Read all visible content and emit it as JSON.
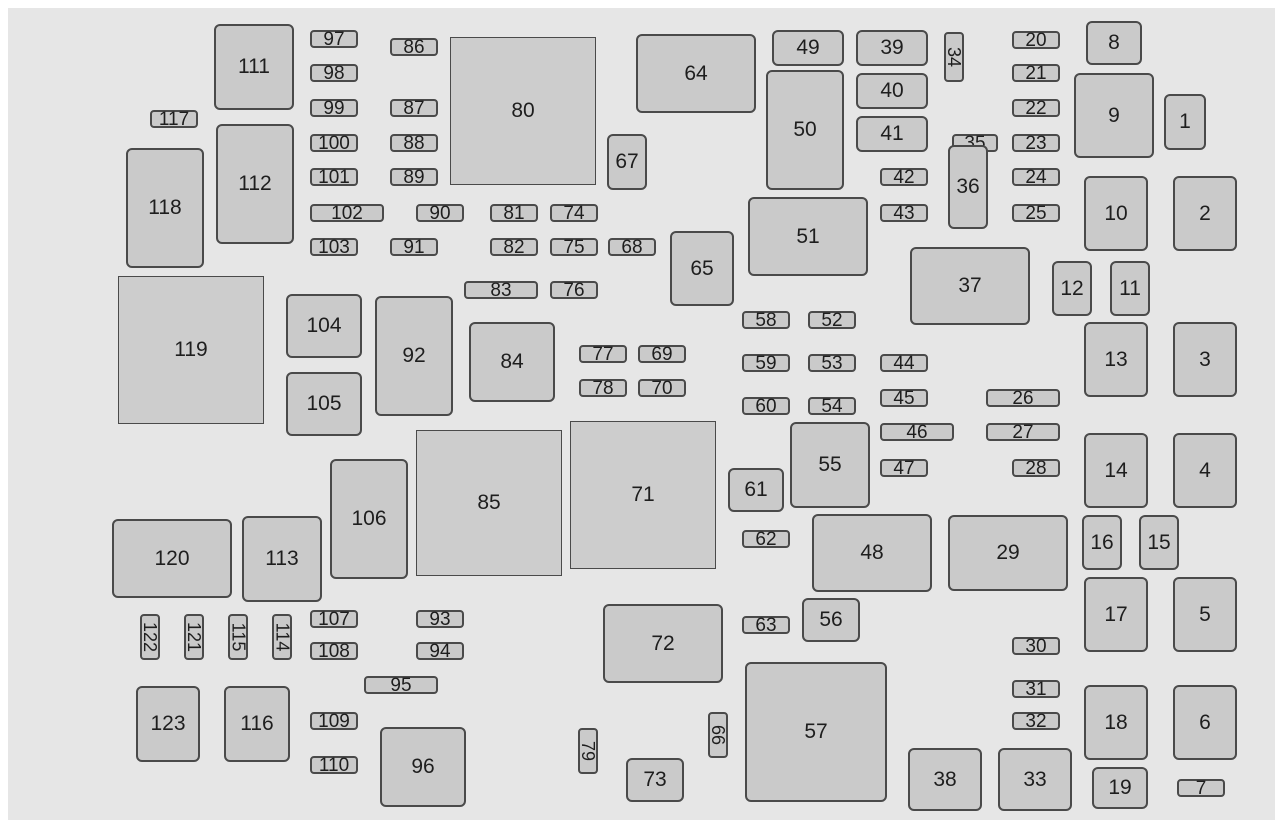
{
  "diagram": {
    "title": "",
    "colors": {
      "panel": "#e6e6e6",
      "box_fill": "#cacaca",
      "box_border": "#4a4a4a",
      "label": "#1e1e1e"
    },
    "fuses": {
      "f1": "1",
      "f2": "2",
      "f3": "3",
      "f4": "4",
      "f5": "5",
      "f6": "6",
      "f7": "7",
      "f8": "8",
      "f9": "9",
      "f10": "10",
      "f11": "11",
      "f12": "12",
      "f13": "13",
      "f14": "14",
      "f15": "15",
      "f16": "16",
      "f17": "17",
      "f18": "18",
      "f19": "19",
      "f20": "20",
      "f21": "21",
      "f22": "22",
      "f23": "23",
      "f24": "24",
      "f25": "25",
      "f26": "26",
      "f27": "27",
      "f28": "28",
      "f29": "29",
      "f30": "30",
      "f31": "31",
      "f32": "32",
      "f33": "33",
      "f34": "34",
      "f35": "35",
      "f36": "36",
      "f37": "37",
      "f38": "38",
      "f39": "39",
      "f40": "40",
      "f41": "41",
      "f42": "42",
      "f43": "43",
      "f44": "44",
      "f45": "45",
      "f46": "46",
      "f47": "47",
      "f48": "48",
      "f49": "49",
      "f50": "50",
      "f51": "51",
      "f52": "52",
      "f53": "53",
      "f54": "54",
      "f55": "55",
      "f56": "56",
      "f57": "57",
      "f58": "58",
      "f59": "59",
      "f60": "60",
      "f61": "61",
      "f62": "62",
      "f63": "63",
      "f64": "64",
      "f65": "65",
      "f66": "66",
      "f67": "67",
      "f68": "68",
      "f69": "69",
      "f70": "70",
      "f71": "71",
      "f72": "72",
      "f73": "73",
      "f74": "74",
      "f75": "75",
      "f76": "76",
      "f77": "77",
      "f78": "78",
      "f79": "79",
      "f80": "80",
      "f81": "81",
      "f82": "82",
      "f83": "83",
      "f84": "84",
      "f85": "85",
      "f86": "86",
      "f87": "87",
      "f88": "88",
      "f89": "89",
      "f90": "90",
      "f91": "91",
      "f92": "92",
      "f93": "93",
      "f94": "94",
      "f95": "95",
      "f96": "96",
      "f97": "97",
      "f98": "98",
      "f99": "99",
      "f100": "100",
      "f101": "101",
      "f102": "102",
      "f103": "103",
      "f104": "104",
      "f105": "105",
      "f106": "106",
      "f107": "107",
      "f108": "108",
      "f109": "109",
      "f110": "110",
      "f111": "111",
      "f112": "112",
      "f113": "113",
      "f114": "114",
      "f115": "115",
      "f116": "116",
      "f117": "117",
      "f118": "118",
      "f119": "119",
      "f120": "120",
      "f121": "121",
      "f122": "122",
      "f123": "123"
    }
  }
}
